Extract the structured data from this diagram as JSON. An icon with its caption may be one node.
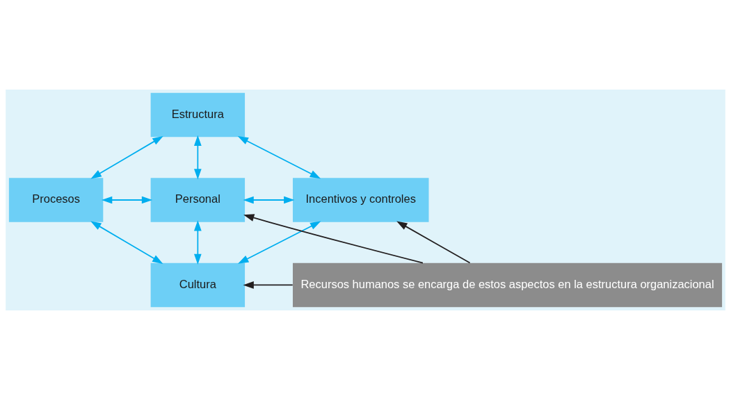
{
  "diagram": {
    "nodes": [
      {
        "text": [
          "Estructura"
        ]
      },
      {
        "text": [
          "Procesos"
        ]
      },
      {
        "text": [
          "Personal"
        ]
      },
      {
        "text": [
          "Incentivos y controles"
        ]
      },
      {
        "text": [
          "Cultura"
        ]
      },
      {
        "text": [
          "Recursos humanos se encarga de estos aspectos en la estructura organizacional"
        ]
      }
    ],
    "edges": [
      {
        "from": 0,
        "to": 1,
        "arrow": "both"
      },
      {
        "from": 0,
        "to": 2,
        "arrow": "both"
      },
      {
        "from": 0,
        "to": 3,
        "arrow": "both"
      },
      {
        "from": 1,
        "to": 2,
        "arrow": "both"
      },
      {
        "from": 2,
        "to": 3,
        "arrow": "both"
      },
      {
        "from": 1,
        "to": 4,
        "arrow": "both"
      },
      {
        "from": 2,
        "to": 4,
        "arrow": "both"
      },
      {
        "from": 3,
        "to": 4,
        "arrow": "both"
      },
      {
        "from": 5,
        "to": 2,
        "arrow": "to",
        "color": "#231f20"
      },
      {
        "from": 5,
        "to": 3,
        "arrow": "to",
        "color": "#231f20"
      },
      {
        "from": 5,
        "to": 4,
        "arrow": "to",
        "color": "#231f20"
      }
    ]
  }
}
